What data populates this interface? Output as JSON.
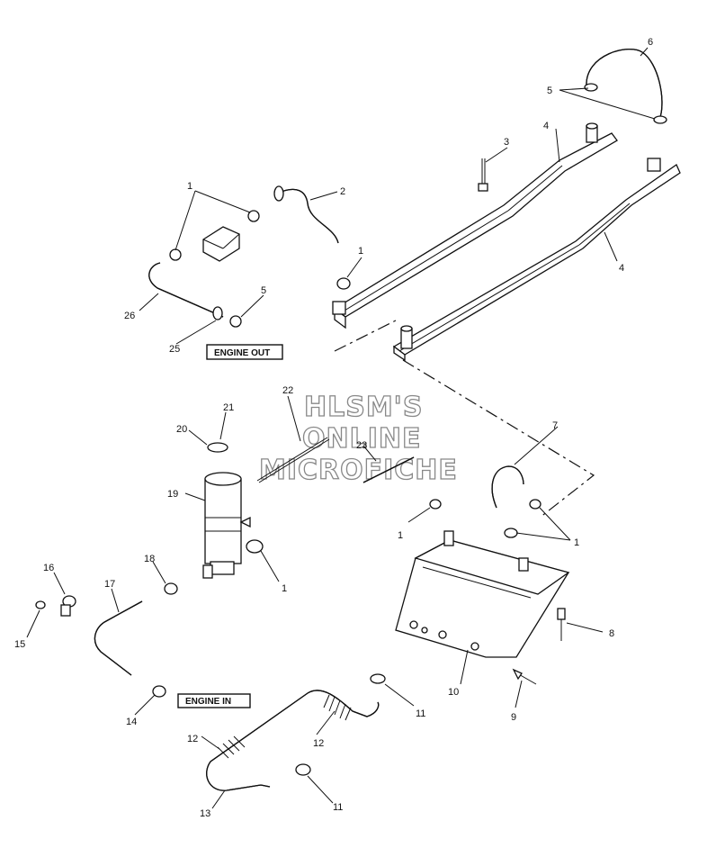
{
  "diagram": {
    "labels": {
      "engine_out": "ENGINE OUT",
      "engine_in": "ENGINE IN"
    },
    "watermark": [
      "HLSM'S",
      "ONLINE",
      "MICROFICHE"
    ],
    "callouts": [
      {
        "id": "c1a",
        "text": "1"
      },
      {
        "id": "c1b",
        "text": "1"
      },
      {
        "id": "c1c",
        "text": "1"
      },
      {
        "id": "c1d",
        "text": "1"
      },
      {
        "id": "c1e",
        "text": "1"
      },
      {
        "id": "c2",
        "text": "2"
      },
      {
        "id": "c3",
        "text": "3"
      },
      {
        "id": "c4a",
        "text": "4"
      },
      {
        "id": "c4b",
        "text": "4"
      },
      {
        "id": "c5a",
        "text": "5"
      },
      {
        "id": "c5b",
        "text": "5"
      },
      {
        "id": "c6",
        "text": "6"
      },
      {
        "id": "c7",
        "text": "7"
      },
      {
        "id": "c8",
        "text": "8"
      },
      {
        "id": "c9",
        "text": "9"
      },
      {
        "id": "c10",
        "text": "10"
      },
      {
        "id": "c11a",
        "text": "11"
      },
      {
        "id": "c11b",
        "text": "11"
      },
      {
        "id": "c12a",
        "text": "12"
      },
      {
        "id": "c12b",
        "text": "12"
      },
      {
        "id": "c13",
        "text": "13"
      },
      {
        "id": "c14",
        "text": "14"
      },
      {
        "id": "c15",
        "text": "15"
      },
      {
        "id": "c16",
        "text": "16"
      },
      {
        "id": "c17",
        "text": "17"
      },
      {
        "id": "c18",
        "text": "18"
      },
      {
        "id": "c19",
        "text": "19"
      },
      {
        "id": "c20",
        "text": "20"
      },
      {
        "id": "c21",
        "text": "21"
      },
      {
        "id": "c22",
        "text": "22"
      },
      {
        "id": "c23",
        "text": "23"
      },
      {
        "id": "c25",
        "text": "25"
      },
      {
        "id": "c26",
        "text": "26"
      }
    ]
  }
}
